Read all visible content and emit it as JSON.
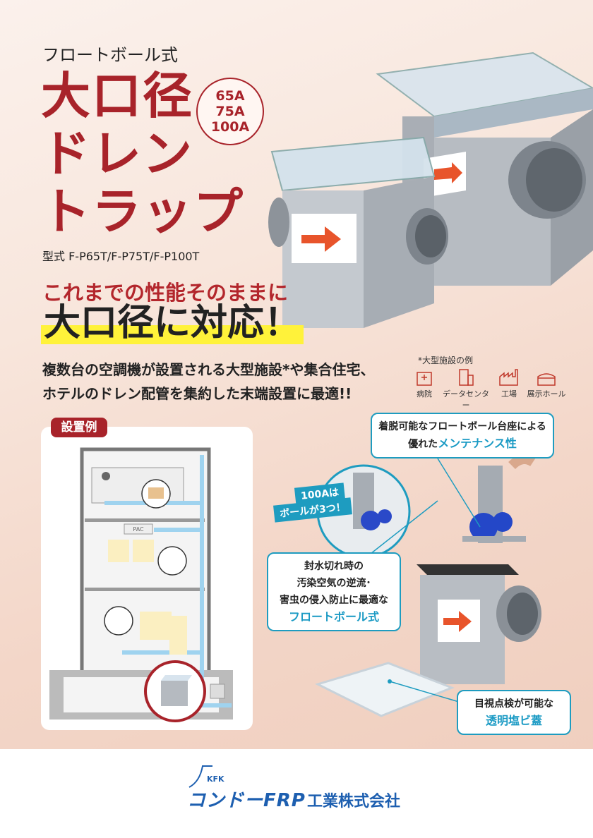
{
  "header": {
    "subtitle": "フロートボール式",
    "title_lines": [
      "大口径",
      "ドレン",
      "トラップ"
    ],
    "sizes": [
      "65A",
      "75A",
      "100A"
    ],
    "model": "型式 F-P65T/F-P75T/F-P100T"
  },
  "lead": {
    "line1": "これまでの性能そのままに",
    "line2": "大口径に対応！"
  },
  "body": {
    "line1": "複数台の空調機が設置される大型施設*や集合住宅、",
    "line2": "ホテルのドレン配管を集約した末端設置に最適!!"
  },
  "facilities": {
    "note": "*大型施設の例",
    "items": [
      {
        "label": "病院",
        "icon": "hospital-icon"
      },
      {
        "label": "データセンター",
        "icon": "data-center-icon"
      },
      {
        "label": "工場",
        "icon": "factory-icon"
      },
      {
        "label": "展示ホール",
        "icon": "exhibition-hall-icon"
      }
    ]
  },
  "install": {
    "label": "設置例",
    "pac": "PAC"
  },
  "product_label": {
    "brand": "コンドーFRP工業株式会社"
  },
  "callouts": {
    "maintenance": {
      "line1": "着脱可能なフロートボール台座による",
      "line2_prefix": "優れた",
      "line2_highlight": "メンテナンス性"
    },
    "balls": {
      "line1": "100Aは",
      "line2": "ボールが3つ！"
    },
    "float": {
      "line1": "封水切れ時の",
      "line2": "汚染空気の逆流･",
      "line3": "害虫の侵入防止に最適な",
      "highlight": "フロートボール式"
    },
    "lid": {
      "line1": "目視点検が可能な",
      "highlight": "透明塩ビ蓋"
    }
  },
  "footer": {
    "logo_small": "KFK",
    "logo_name": "コンドーFRP",
    "logo_suffix": "工業株式会社"
  },
  "colors": {
    "brand_red": "#a8232a",
    "accent_blue": "#1e9cc0",
    "highlight_yellow": "#fff23a",
    "logo_blue": "#1d5fb0"
  }
}
